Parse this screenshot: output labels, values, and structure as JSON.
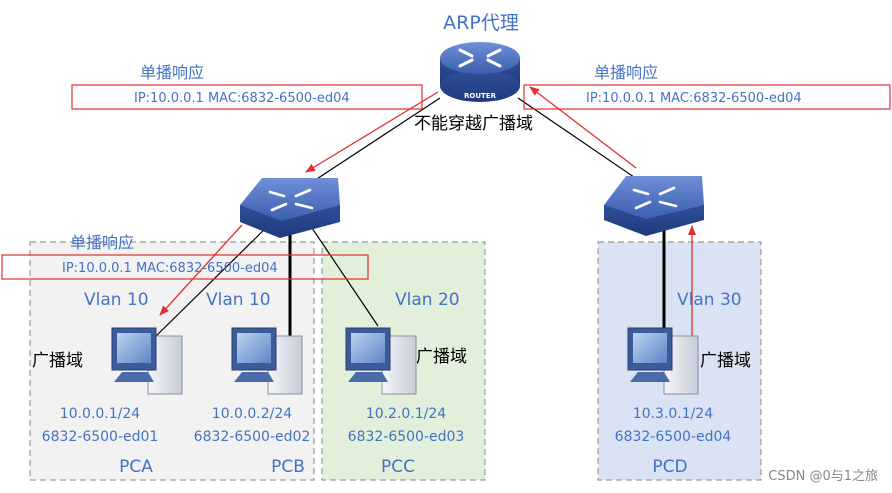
{
  "router": {
    "title": "ARP代理",
    "badge": "ROUTER"
  },
  "responses": {
    "label": "单播响应",
    "text": "IP:10.0.0.1 MAC:6832-6500-ed04"
  },
  "note_cross": "不能穿越广播域",
  "broadcast_domain": "广播域",
  "vlans": {
    "v10a": "Vlan 10",
    "v10b": "Vlan 10",
    "v20": "Vlan 20",
    "v30": "Vlan 30"
  },
  "hosts": {
    "pca": {
      "ip": "10.0.0.1/24",
      "mac": "6832-6500-ed01",
      "name": "PCA"
    },
    "pcb": {
      "ip": "10.0.0.2/24",
      "mac": "6832-6500-ed02",
      "name": "PCB"
    },
    "pcc": {
      "ip": "10.2.0.1/24",
      "mac": "6832-6500-ed03",
      "name": "PCC"
    },
    "pcd": {
      "ip": "10.3.0.1/24",
      "mac": "6832-6500-ed04",
      "name": "PCD"
    }
  },
  "watermark": "CSDN @0与1之旅",
  "colors": {
    "blue_text": "#4472c4",
    "arrow_red": "#e03030",
    "device_blue": "#3a5fb0",
    "vlan20_bg": "#e2efda",
    "vlan30_bg": "#dae3f3",
    "vlan10_bg": "#f2f2f2"
  }
}
